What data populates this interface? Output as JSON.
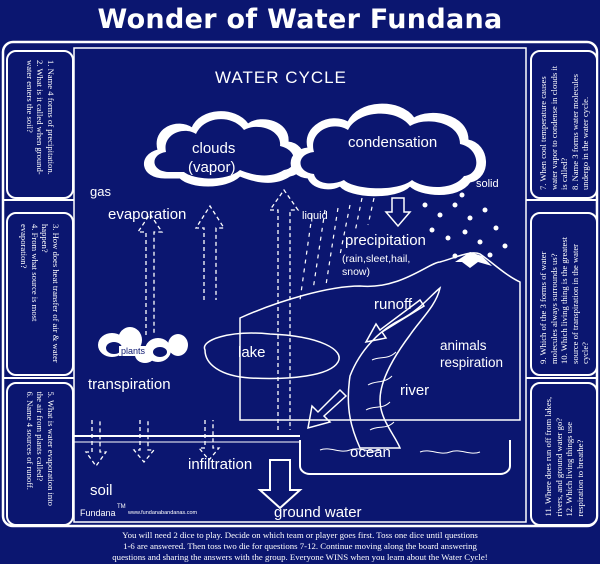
{
  "title": "Wonder of Water Fundana",
  "diagram": {
    "heading": "WATER CYCLE",
    "labels": {
      "clouds": "clouds",
      "vapor": "(vapor)",
      "condensation": "condensation",
      "solid": "solid",
      "gas": "gas",
      "evaporation": "evaporation",
      "liquid": "liquid",
      "precipitation": "precipitation",
      "precip_detail_1": "(rain,sleet,hail,",
      "precip_detail_2": "snow)",
      "runoff": "runoff",
      "animals": "animals",
      "respiration": "respiration",
      "plants": "plants",
      "lake": "lake",
      "transpiration": "transpiration",
      "river": "river",
      "ocean": "ocean",
      "infiltration": "infiltration",
      "soil": "soil",
      "ground_water": "ground water"
    }
  },
  "questions": {
    "q1": "1. Name 4 forms of precipitation.",
    "q2": "2. What is it called when ground-water enters the soil?",
    "q3": "3. How does heat transfer of air & water happen?",
    "q4": "4. From what source is most evaporation?",
    "q5": "5. What is water evaporation into the air from plants called?",
    "q6": "6. Name 4 sources of runoff.",
    "q7": "7. When cool temperature causes water vapor to condense in clouds it is called?",
    "q8": "8. Name 3 forms water molecules undergo in the water cycle.",
    "q9": "9. Which of the 3 forms of water molecules always surrounds us?",
    "q10": "10. Which living thing is the greatest source of transpiration in the water cycle?",
    "q11": "11. Where does run off from lakes, rivers, and ground water go?",
    "q12": "12. Which living things use respiration to breathe?"
  },
  "brand": {
    "name": "Fundana",
    "tm": "TM",
    "url": "www.fundanabandanas.com"
  },
  "instructions": {
    "line1": "You will need 2 dice to play.  Decide on which team or player goes first. Toss one dice until questions",
    "line2": "1-6 are answered. Then toss two die for questions 7-12.  Continue moving along the board answering",
    "line3": "questions and sharing the answers with the group. Everyone WINS when you learn about the Water Cycle!"
  }
}
